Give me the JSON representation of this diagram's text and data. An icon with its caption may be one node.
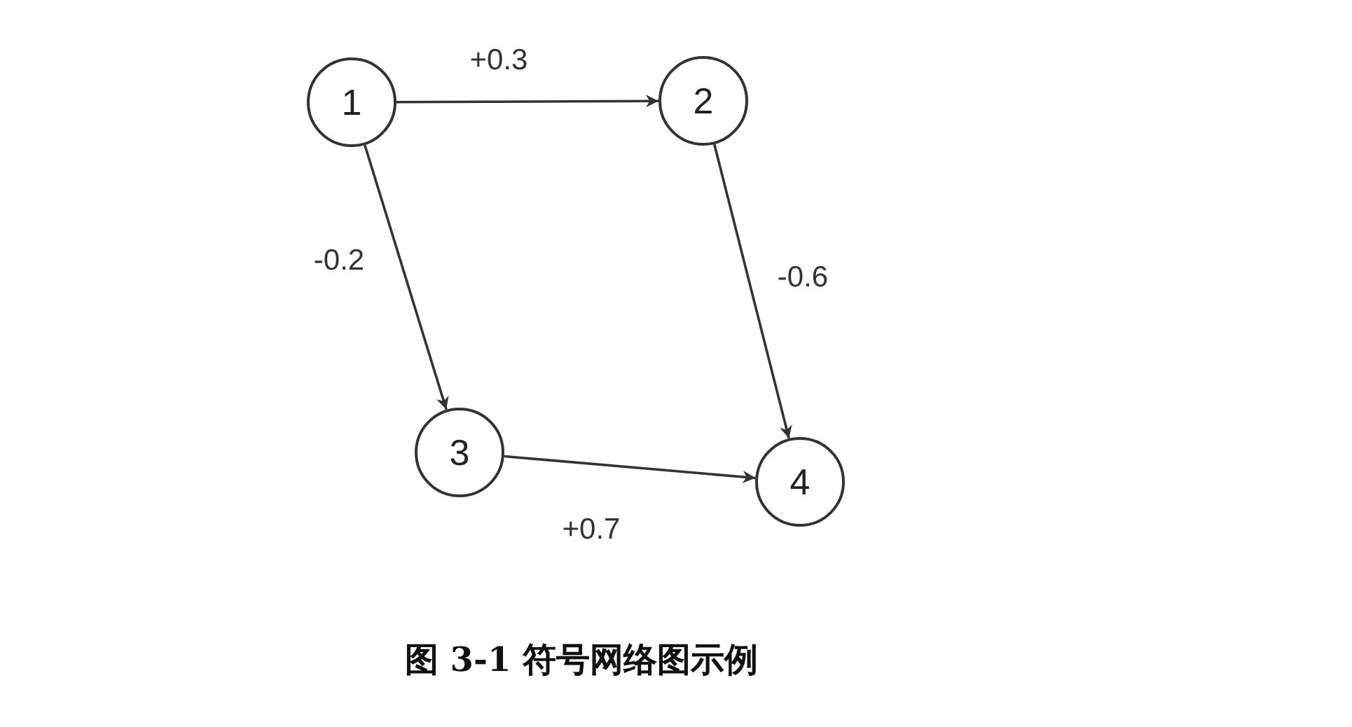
{
  "diagram": {
    "caption": "图 3-1 符号网络图示例",
    "nodes": [
      {
        "text": [
          "1"
        ]
      },
      {
        "text": [
          "2"
        ]
      },
      {
        "text": [
          "3"
        ]
      },
      {
        "text": [
          "4"
        ]
      }
    ],
    "edges": [
      {
        "from": 0,
        "to": 1,
        "arrow": "to",
        "label": "+0.3"
      },
      {
        "from": 0,
        "to": 2,
        "arrow": "to",
        "label": "-0.2"
      },
      {
        "from": 1,
        "to": 3,
        "arrow": "to",
        "label": "-0.6"
      },
      {
        "from": 2,
        "to": 3,
        "arrow": "to",
        "label": "+0.7"
      }
    ]
  }
}
